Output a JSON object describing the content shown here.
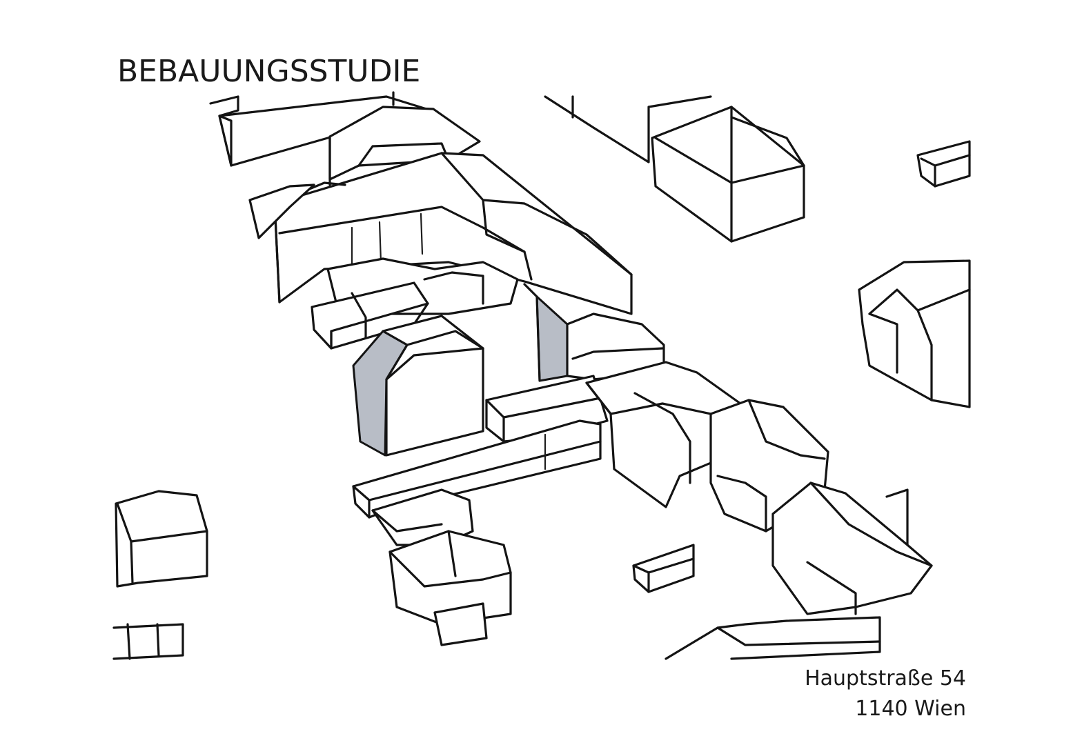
{
  "title": "BEBAUUNGSSTUDIE",
  "address": {
    "street": "Hauptstraße 54",
    "city": "1140 Wien"
  },
  "colors": {
    "ink": "#141414",
    "highlight": "#b8bdc6",
    "background": "#ffffff"
  }
}
